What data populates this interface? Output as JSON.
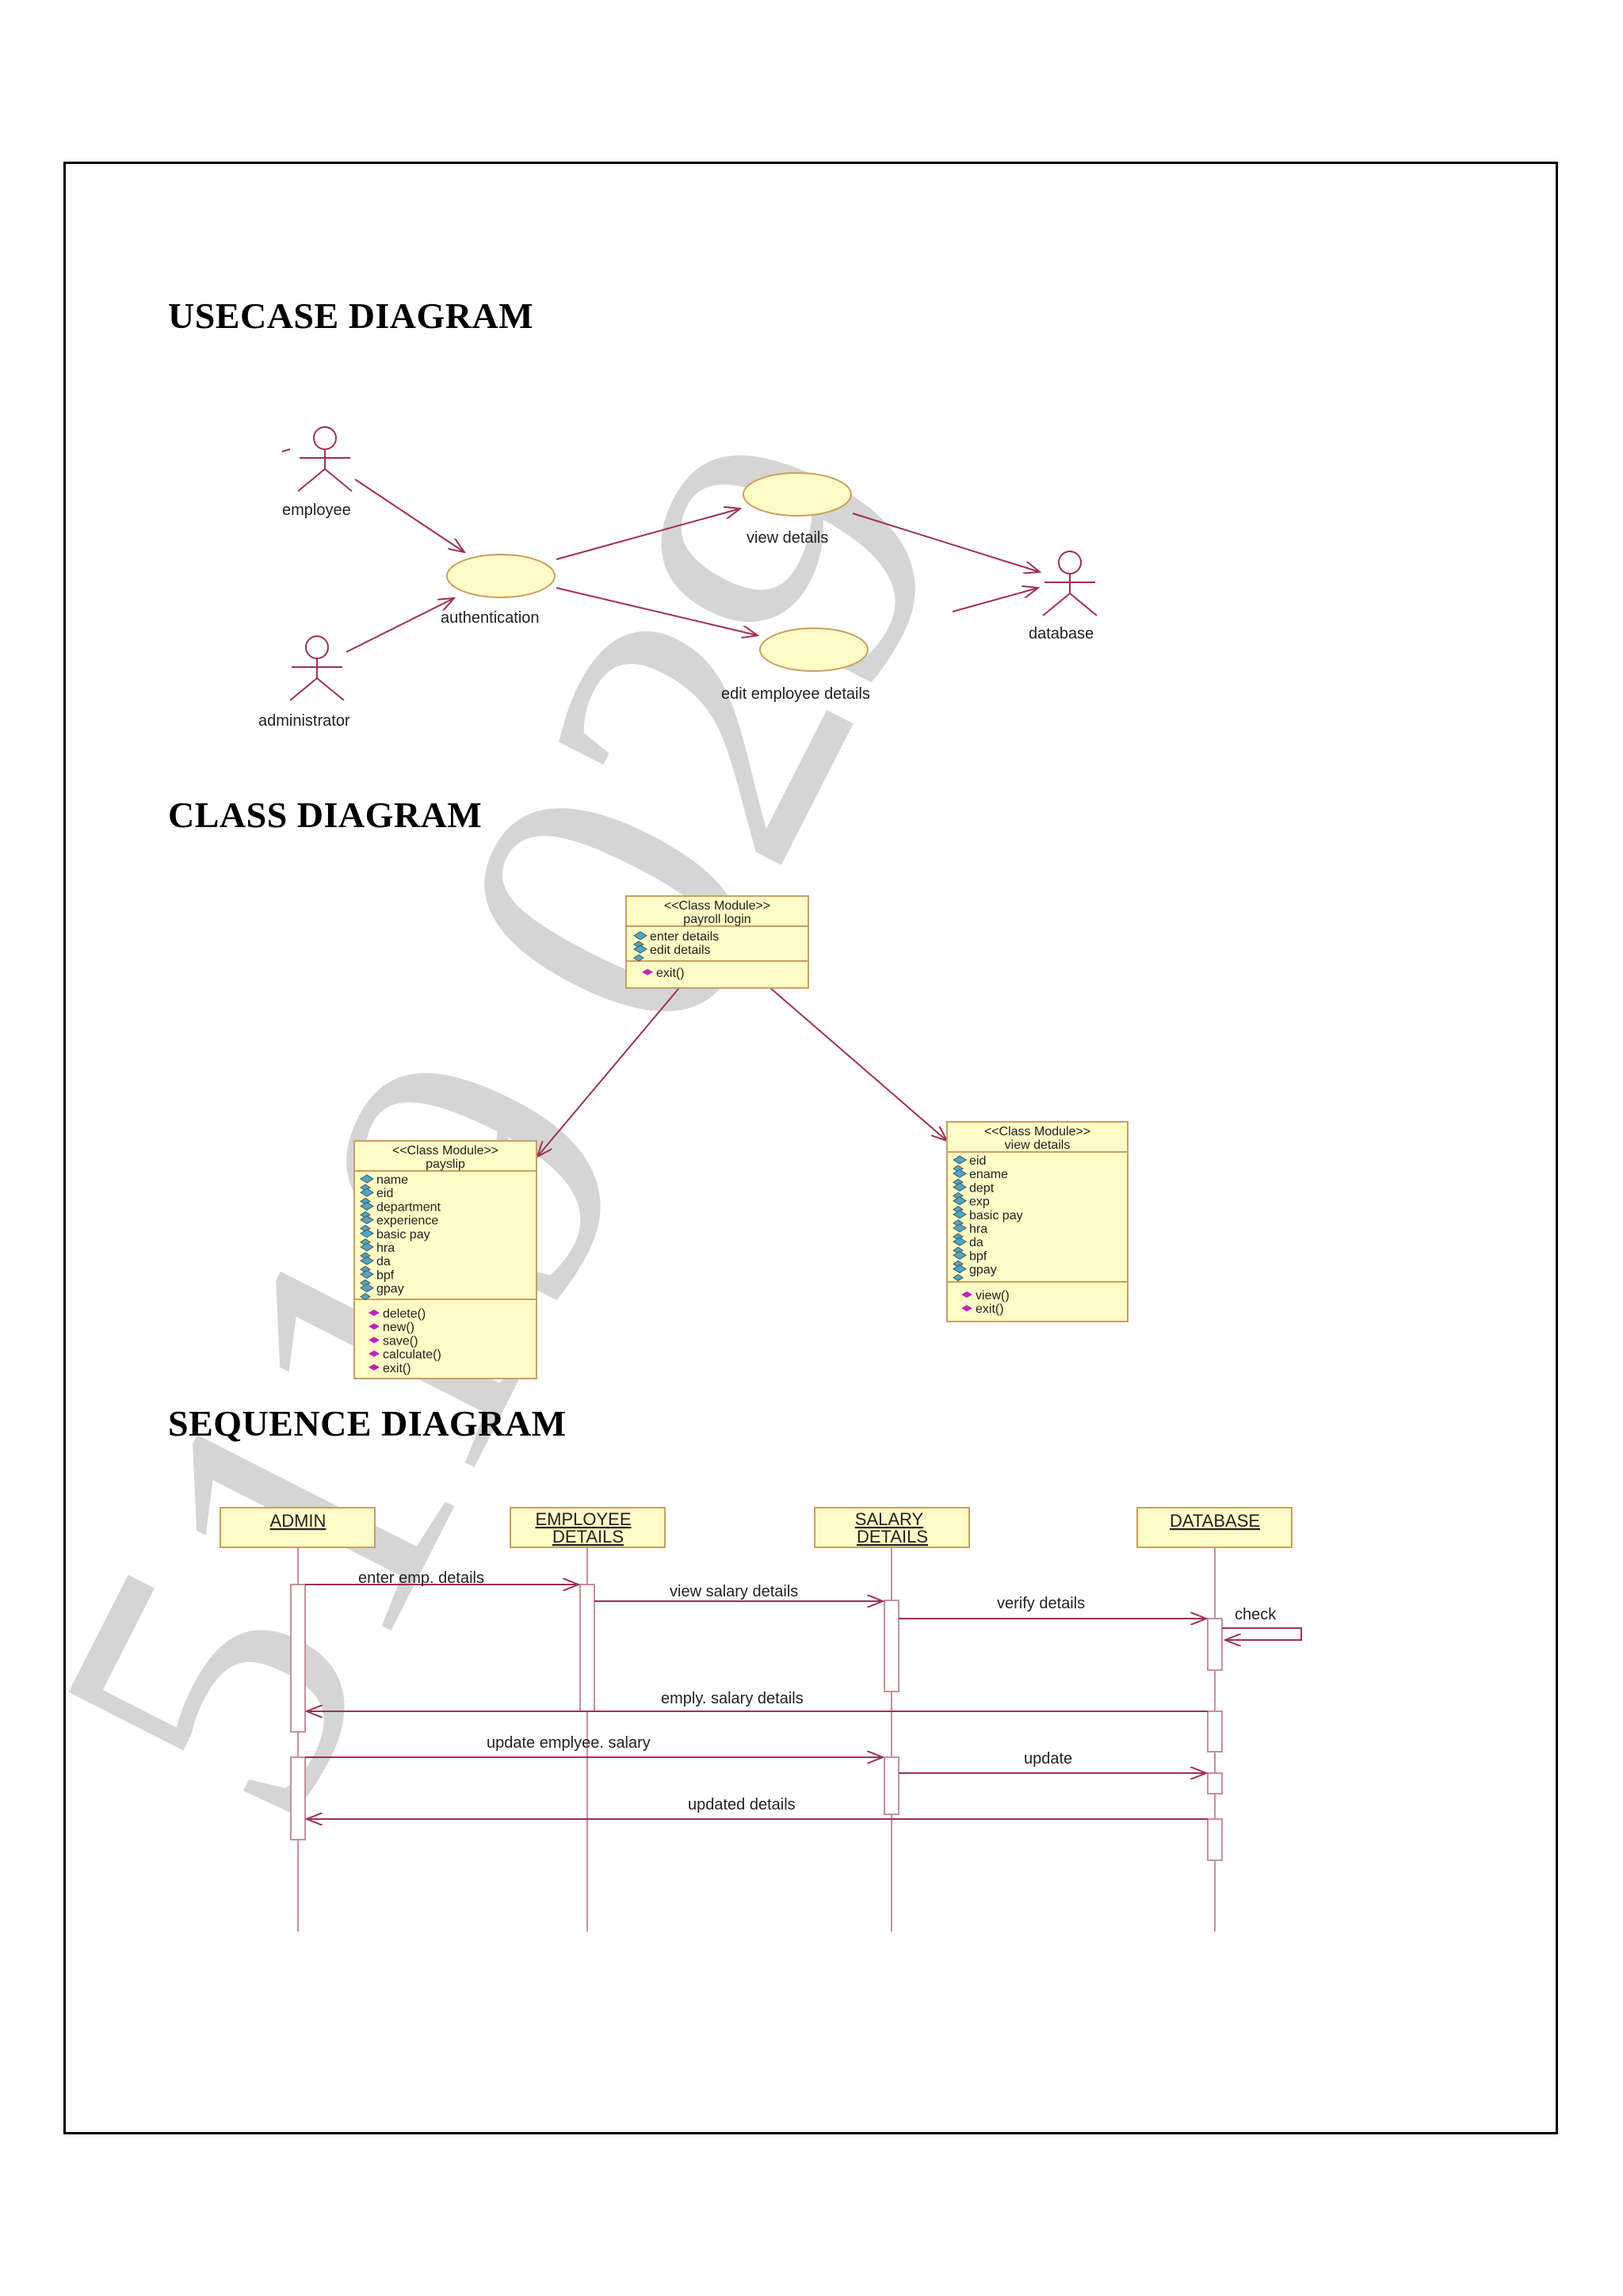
{
  "sections": {
    "usecase_title": "USECASE DIAGRAM",
    "class_title": "CLASS DIAGRAM",
    "sequence_title": "SEQUENCE DIAGRAM"
  },
  "watermark": "5119 029",
  "usecase": {
    "actors": [
      "employee",
      "administrator",
      "database"
    ],
    "usecases": [
      "authentication",
      "view details",
      "edit employee details"
    ]
  },
  "class_diagram": {
    "payroll_login": {
      "stereotype": "<<Class Module>>",
      "name": "payroll login",
      "attributes": [
        "enter details",
        "edit details"
      ],
      "methods": [
        "exit()"
      ]
    },
    "payslip": {
      "stereotype": "<<Class Module>>",
      "name": "payslip",
      "attributes": [
        "name",
        "eid",
        "department",
        "experience",
        "basic pay",
        "hra",
        "da",
        "bpf",
        "gpay"
      ],
      "methods": [
        "delete()",
        "new()",
        "save()",
        "calculate()",
        "exit()"
      ]
    },
    "view_details": {
      "stereotype": "<<Class Module>>",
      "name": "view details",
      "attributes": [
        "eid",
        "ename",
        "dept",
        "exp",
        "basic pay",
        "hra",
        "da",
        "bpf",
        "gpay"
      ],
      "methods": [
        "view()",
        "exit()"
      ]
    }
  },
  "sequence": {
    "lifelines": [
      {
        "line1": "ADMIN",
        "line2": ""
      },
      {
        "line1": "EMPLOYEE",
        "line2": "DETAILS"
      },
      {
        "line1": "SALARY",
        "line2": "DETAILS"
      },
      {
        "line1": "DATABASE",
        "line2": ""
      }
    ],
    "messages": [
      "enter emp. details",
      "view salary details",
      "verify details",
      "check",
      "emply. salary details",
      "update emplyee. salary",
      "update",
      "updated details"
    ]
  },
  "colors": {
    "fill": "#fffbc6",
    "border": "#c8a060",
    "line": "#a03050",
    "lifeline": "#c89098",
    "attr_icon": "#4aa8c8",
    "method_icon": "#c020c0"
  }
}
